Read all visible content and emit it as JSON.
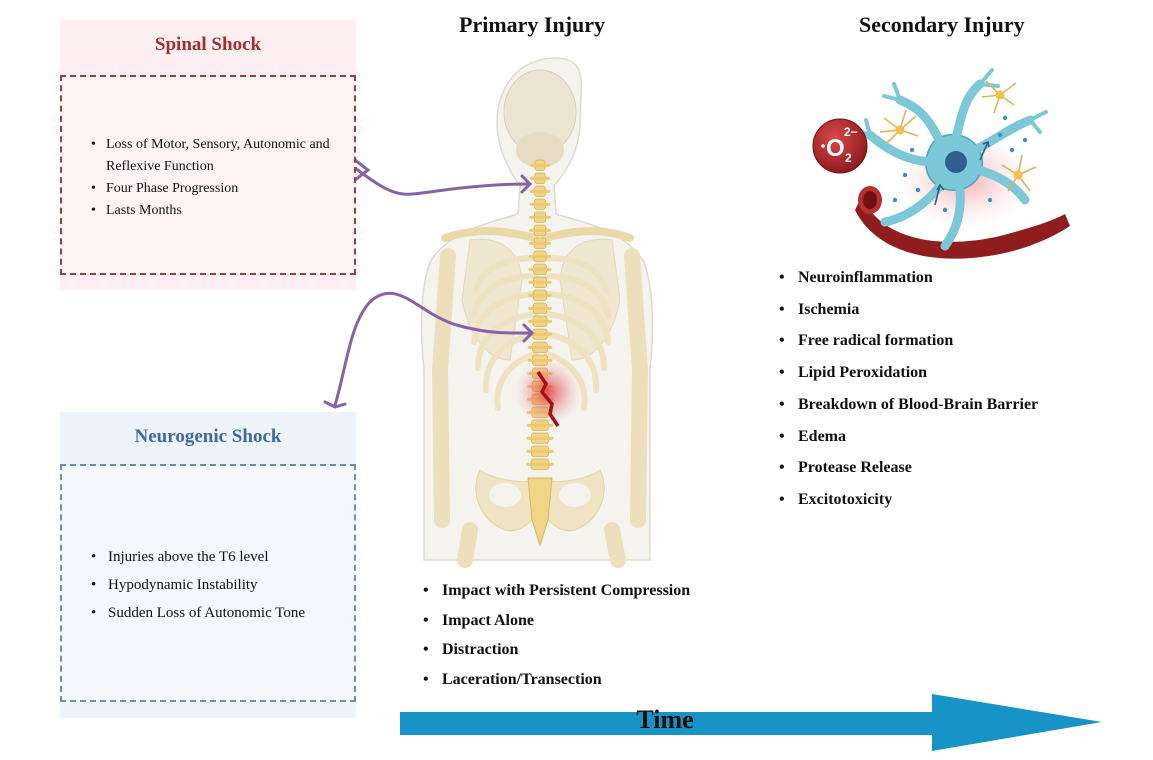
{
  "spinal_shock": {
    "title": "Spinal Shock",
    "items": [
      "Loss of  Motor, Sensory, Autonomic and Reflexive Function",
      "Four Phase Progression",
      "Lasts Months"
    ]
  },
  "neurogenic_shock": {
    "title": "Neurogenic Shock",
    "items": [
      "Injuries above the T6 level",
      "Hypodynamic Instability",
      "Sudden Loss of Autonomic Tone"
    ]
  },
  "primary_injury": {
    "title": "Primary Injury",
    "items": [
      "Impact with Persistent Compression",
      "Impact Alone",
      "Distraction",
      "Laceration/Transection"
    ]
  },
  "secondary_injury": {
    "title": "Secondary Injury",
    "items": [
      "Neuroinflammation",
      "Ischemia",
      "Free radical formation",
      "Lipid Peroxidation",
      "Breakdown of Blood-Brain Barrier",
      "Edema",
      "Protease Release",
      "Excitotoxicity"
    ]
  },
  "superoxide_label": {
    "base": "O",
    "sub": "2",
    "sup": "2−"
  },
  "timeline": {
    "label": "Time"
  },
  "colors": {
    "spinal_accent": "#9e2f2f",
    "spinal_bg": "#fdeef1",
    "neuro_accent": "#3e6aa4",
    "neuro_bg": "#eef3fb",
    "connector": "#8463a8",
    "time_arrow": "#1893c7",
    "bone": "#f0d487",
    "injury": "#b3161d",
    "neuron": "#7cc8d8",
    "vessel": "#8f1d1d"
  },
  "icons": [
    "skeleton-figure",
    "injury-site",
    "neuron-illustration",
    "blood-vessel",
    "superoxide-badge",
    "time-arrow"
  ]
}
